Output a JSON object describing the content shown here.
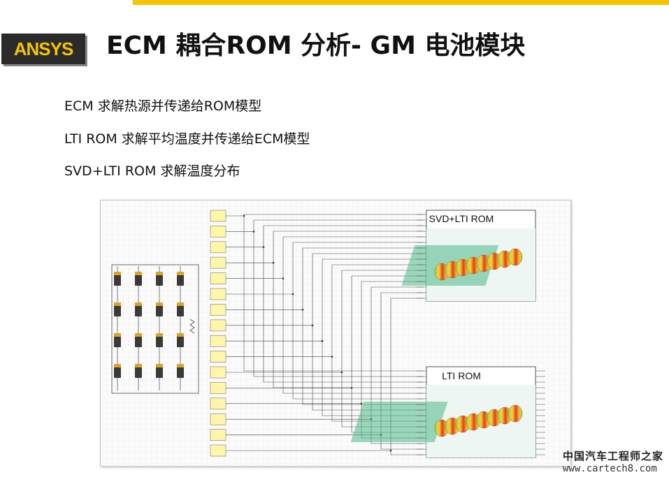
{
  "logo": {
    "text": "ANSYS"
  },
  "title": "ECM 耦合ROM 分析- GM 电池模块",
  "bullets": [
    "ECM 求解热源并传递给ROM模型",
    "LTI ROM 求解平均温度并传递给ECM模型",
    "SVD+LTI ROM 求解温度分布"
  ],
  "diagram": {
    "panel_top_label": "SVD+LTI ROM",
    "panel_bottom_label": "LTI ROM",
    "block_count": 16
  },
  "watermark": {
    "line1": "中国汽车工程师之家",
    "line2": "www.cartech8.com"
  },
  "colors": {
    "accent": "#f5c400",
    "logo_bg": "#2b2b2b",
    "wire": "#444444",
    "block": "#fff6a8"
  }
}
